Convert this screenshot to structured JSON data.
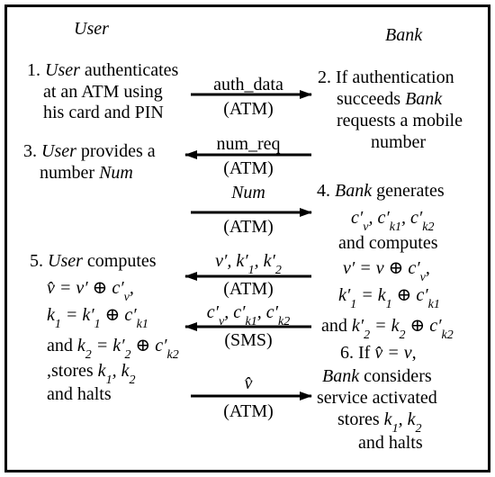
{
  "columns": {
    "user": "User",
    "bank": "Bank"
  },
  "steps": {
    "s1": [
      "1. |User| authenticates",
      "at an ATM using",
      "his card and PIN"
    ],
    "s2": [
      "2. If authentication",
      "succeeds |Bank|",
      "requests a mobile",
      "number"
    ],
    "s3": [
      "3. |User| provides a",
      "number |Num|"
    ],
    "s4": [
      "4. |Bank| generates",
      "|c′_v, c′_k1, c′_k2|",
      "and computes",
      "|v′ = v ⊕ c′_v,|",
      "|k′_1 = k_1 ⊕ c′_k1|",
      "and |k′_2 = k_2 ⊕ c′_k2|"
    ],
    "s5": [
      "5. |User| computes",
      "|v̂ = v′ ⊕ c′_v,|",
      "|k_1 = k′_1 ⊕ c′_k1|",
      "and |k_2 = k′_2 ⊕ c′_k2|",
      ",stores |k_1, k_2|",
      "and halts"
    ],
    "s6": [
      "6. If |v̂ = v|,",
      "|Bank| considers",
      "service activated",
      "stores |k_1, k_2|",
      "and halts"
    ]
  },
  "messages": [
    {
      "id": "auth",
      "top": "auth_data",
      "bottom": "(ATM)",
      "direction": "to-bank"
    },
    {
      "id": "numreq",
      "top": "num_req",
      "bottom": "(ATM)",
      "direction": "to-user"
    },
    {
      "id": "num",
      "top": "|Num|",
      "bottom": "(ATM)",
      "direction": "to-bank"
    },
    {
      "id": "vk",
      "top": "|v′, k′_1, k′_2|",
      "bottom": "(ATM)",
      "direction": "to-user"
    },
    {
      "id": "sms",
      "top": "|c′_v, c′_k1, c′_k2|",
      "bottom": "(SMS)",
      "direction": "to-user"
    },
    {
      "id": "vhat",
      "top": "|v̂|",
      "bottom": "(ATM)",
      "direction": "to-bank"
    }
  ]
}
